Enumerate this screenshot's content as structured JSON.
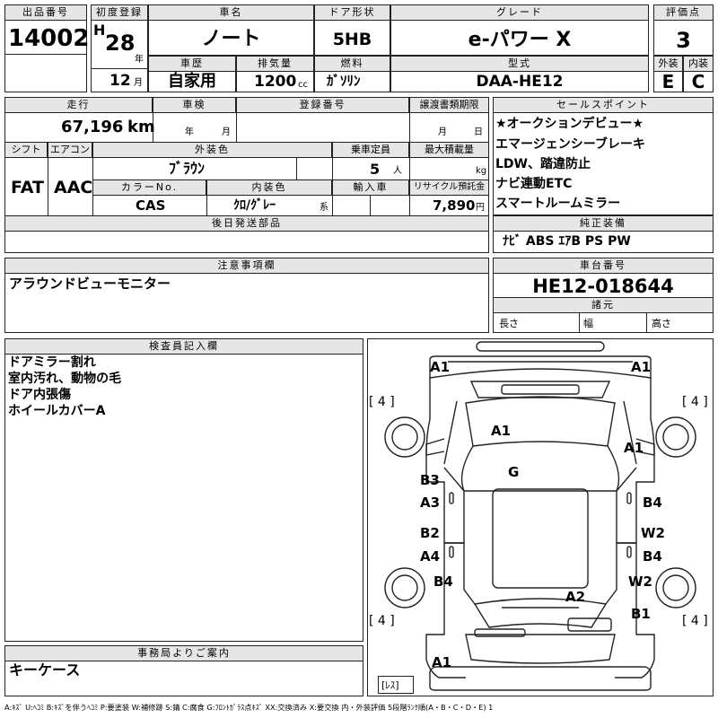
{
  "header": {
    "lot_no_label": "出品番号",
    "lot_no": "14002",
    "first_reg_label": "初度登録",
    "era": "H",
    "year": "28",
    "year_unit": "年",
    "month": "12",
    "month_unit": "月",
    "car_name_label": "車名",
    "car_name": "ノート",
    "door_label": "ドア形状",
    "door": "5HB",
    "grade_label": "グレード",
    "grade": "e-パワー X",
    "score_label": "評価点",
    "score": "3",
    "history_label": "車歴",
    "history": "自家用",
    "displacement_label": "排気量",
    "displacement": "1200",
    "displacement_unit": "cc",
    "fuel_label": "燃料",
    "fuel": "ｶﾞｿﾘﾝ",
    "model_label": "型式",
    "model": "DAA-HE12",
    "exterior_label": "外装",
    "exterior": "E",
    "interior_label": "内装",
    "interior": "C"
  },
  "row2": {
    "mileage_label": "走行",
    "mileage": "67,196",
    "mileage_unit": "km",
    "inspection_label": "車検",
    "insp_year_unit": "年",
    "insp_month_unit": "月",
    "reg_no_label": "登録番号",
    "transfer_label": "譲渡書類期限",
    "transfer_month_unit": "月",
    "transfer_day_unit": "日",
    "shift_label": "シフト",
    "shift": "FAT",
    "ac_label": "エアコン",
    "ac": "AAC",
    "ext_color_label": "外装色",
    "ext_color": "ﾌﾞﾗｳﾝ",
    "capacity_label": "乗車定員",
    "capacity": "5",
    "capacity_unit": "人",
    "max_load_label": "最大積載量",
    "max_load_unit": "kg",
    "color_no_label": "カラーNo.",
    "color_no": "CAS",
    "int_color_label": "内装色",
    "int_color": "ｸﾛ/ｸﾞﾚｰ",
    "int_color_unit": "系",
    "import_label": "輸入車",
    "recycle_label": "リサイクル預託金",
    "recycle": "7,890",
    "recycle_unit": "円",
    "later_parts_label": "後日発送部品"
  },
  "sales_points": {
    "label": "セールスポイント",
    "items": [
      "★オークションデビュー★",
      "エマージェンシーブレーキ",
      "LDW、踏違防止",
      "ナビ連動ETC",
      "スマートルームミラー"
    ]
  },
  "equipment": {
    "label": "純正装備",
    "value": "ﾅﾋﾞ ABS ｴｱB PS PW"
  },
  "notes": {
    "label": "注意事項欄",
    "text": "アラウンドビューモニター"
  },
  "chassis": {
    "label": "車台番号",
    "value": "HE12-018644"
  },
  "specs": {
    "label": "諸元",
    "length": "長さ",
    "width": "幅",
    "height": "高さ"
  },
  "inspector": {
    "label": "検査員記入欄",
    "lines": [
      "ドアミラー割れ",
      "室内汚れ、動物の毛",
      "ドア内張傷",
      "ホイールカバーA"
    ]
  },
  "office": {
    "label": "事務局よりご案内",
    "text": "キーケース"
  },
  "diagram": {
    "tire_labels": [
      "[ 4 ]",
      "[ 4 ]",
      "[ 4 ]",
      "[ 4 ]"
    ],
    "spare_label": "[ﾚｽ]",
    "damage": {
      "front_bumper_l": "A1",
      "front_bumper_r": "A1",
      "hood": "A1",
      "front_fender_r": "A1",
      "roof": "G",
      "left_front_door_1": "B3",
      "left_front_door_2": "A3",
      "left_rear_door_1": "B2",
      "left_rear_door_2": "A4",
      "left_rear_fender": "B4",
      "right_front_door": "B4",
      "right_rear_door_1": "W2",
      "right_rear_door_2": "B4",
      "right_rear_fender": "W2",
      "rear_glass": "A2",
      "rear_bumper_r": "B1",
      "rear_bumper_l": "A1"
    }
  },
  "legend": "A:ｷｽﾞ U:ﾍｺﾐ B:ｷｽﾞを伴うﾍｺﾐ P:要塗装 W:補修跡 S:錆 C:腐食 G:ﾌﾛﾝﾄｶﾞﾗｽ点ｷｽﾞ XX:交換済み X:要交換 内・外装評価 5段階ﾗﾝｸ順(A・B・C・D・E) 1"
}
